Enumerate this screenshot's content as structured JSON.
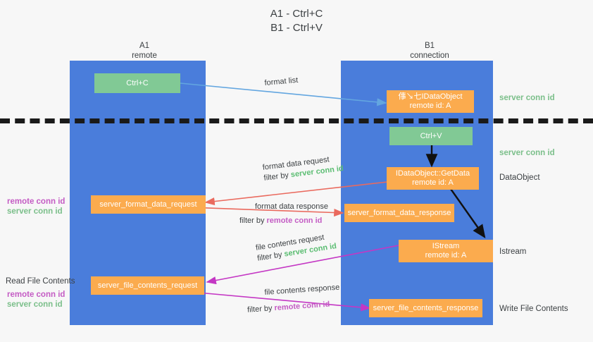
{
  "title": {
    "line1": "A1 - Ctrl+C",
    "line2": "B1 - Ctrl+V"
  },
  "colors": {
    "lane": "#4a7ddb",
    "box_orange": "#fbab4e",
    "box_green": "#81c995",
    "server_conn_green": "#5bbd72",
    "remote_conn_magenta": "#c45cc4",
    "arrow_blue": "#63a6e0",
    "arrow_red": "#ea6a5e",
    "arrow_magenta": "#c437c4",
    "arrow_black": "#111111",
    "background": "#f7f7f7"
  },
  "columns": [
    {
      "name": "A1",
      "sub": "remote"
    },
    {
      "name": "B1",
      "sub": "connection"
    }
  ],
  "boxes": {
    "ctrl_c": {
      "line1": "Ctrl+C",
      "line2": ""
    },
    "ctrl_v": {
      "line1": "Ctrl+V",
      "line2": ""
    },
    "idataobject": {
      "line1": "倳↘七IDataObject",
      "line2": "remote id: A"
    },
    "getdata": {
      "line1": "IDataObject::GetData",
      "line2": "remote id: A"
    },
    "istream": {
      "line1": "IStream",
      "line2": "remote id: A"
    },
    "format_data_request": {
      "line1": "server_format_data_request",
      "line2": ""
    },
    "format_data_response": {
      "line1": "server_format_data_response",
      "line2": ""
    },
    "file_contents_request": {
      "line1": "server_file_contents_request",
      "line2": ""
    },
    "file_contents_response": {
      "line1": "server_file_contents_response",
      "line2": ""
    }
  },
  "right_labels": [
    {
      "id": "server-conn-id-top",
      "text": "server conn id",
      "style": "green"
    },
    {
      "id": "server-conn-id-mid",
      "text": "server conn id",
      "style": "green"
    },
    {
      "id": "dataobject",
      "text": "DataObject",
      "style": "plain"
    },
    {
      "id": "istream",
      "text": "Istream",
      "style": "plain"
    },
    {
      "id": "write-file-contents",
      "text": "Write File Contents",
      "style": "plain"
    }
  ],
  "left_labels": [
    {
      "id": "remote-conn-id-upper",
      "text": "remote conn id",
      "style": "magenta"
    },
    {
      "id": "server-conn-id-upper",
      "text": "server conn id",
      "style": "green"
    },
    {
      "id": "read-file-contents",
      "text": "Read File Contents",
      "style": "plain"
    },
    {
      "id": "remote-conn-id-lower",
      "text": "remote conn id",
      "style": "magenta"
    },
    {
      "id": "server-conn-id-lower",
      "text": "server conn id",
      "style": "green"
    }
  ],
  "annotations": {
    "format_list": "format list",
    "format_data_request": "format data request",
    "format_data_request_filter_prefix": "filter by ",
    "format_data_request_filter_value": "server conn id",
    "format_data_response": "format data response",
    "format_data_response_filter_prefix": "filter by ",
    "format_data_response_filter_value": "remote conn id",
    "file_contents_request": "file contents request",
    "file_contents_request_filter_prefix": "filter by ",
    "file_contents_request_filter_value": "server conn id",
    "file_contents_response": "file contents response",
    "file_contents_response_filter_prefix": "filter by ",
    "file_contents_response_filter_value": "remote conn id"
  }
}
